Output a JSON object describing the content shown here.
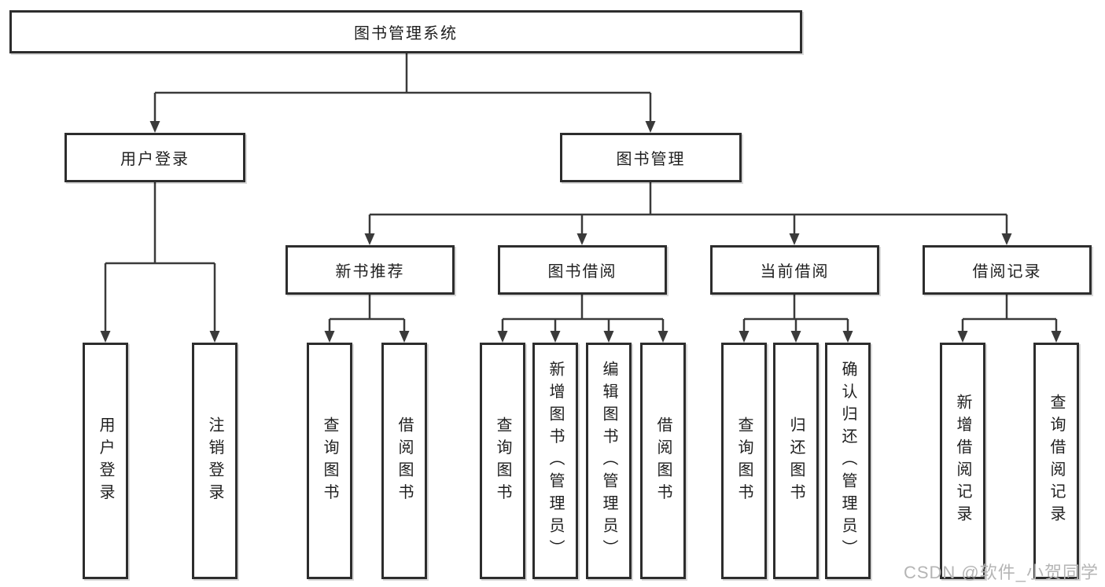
{
  "diagram_title": "图书管理系统",
  "nodes": {
    "root": "图书管理系统",
    "level2": {
      "user_login": "用户登录",
      "book_management": "图书管理"
    },
    "level3": {
      "new_book_recommend": "新书推荐",
      "book_borrow": "图书借阅",
      "current_borrow": "当前借阅",
      "borrow_records": "借阅记录"
    },
    "leaves": {
      "user_login": "用户登录",
      "logout": "注销登录",
      "recommend_query_books": "查询图书",
      "recommend_borrow_books": "借阅图书",
      "borrow_query_books": "查询图书",
      "borrow_add_books_admin": "新增图书（管理员）",
      "borrow_edit_books_admin": "编辑图书（管理员）",
      "borrow_borrow_books": "借阅图书",
      "current_query_books": "查询图书",
      "current_return_books": "归还图书",
      "current_confirm_return_admin": "确认归还（管理员）",
      "records_add_borrow_record": "新增借阅记录",
      "records_query_borrow_record": "查询借阅记录"
    }
  },
  "watermark": "CSDN @软件_小贺同学",
  "colors": {
    "line": "#3a3a3a",
    "border": "#2d2d2d",
    "fill": "#ffffff",
    "text": "#1f1f1f",
    "wm": "#b5b5b5",
    "bg": "#ffffff"
  }
}
